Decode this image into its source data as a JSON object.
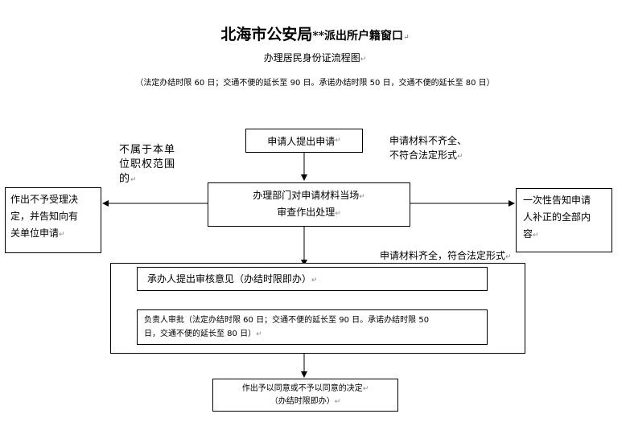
{
  "header": {
    "title_main": "北海市公安局",
    "title_suffix": "**派出所户籍窗口",
    "subtitle": "办理居民身份证流程图",
    "time_note": "（法定办结时限 60 日；交通不便的延长至 90 日。承诺办结时限 50 日，交通不便的延长至 80 日）"
  },
  "paragraph_mark": "↵",
  "nodes": {
    "apply": "申请人提出申请",
    "process_line1": "办理部门对申请材料当场",
    "process_line2": "审查作出处理",
    "reject_line1": "作出不予受理决",
    "reject_line2": "定，并告知向有",
    "reject_line3": "关单位申请",
    "notify_line1": "一次性告知申请",
    "notify_line2": "人补正的全部内",
    "notify_line3": "容",
    "handler_opinion": "承办人提出审核意见（办结时限即办）",
    "approval_line1": "负责人审批（法定办结时限 60 日；交通不便的延长至 90 日。承诺办结时限 50",
    "approval_line2": "日，交通不便的延长至 80 日）",
    "decision_line1": "作出予以同意或不予以同意的决定",
    "decision_line2": "（办结时限即办）"
  },
  "edge_labels": {
    "out_of_scope_line1": "不属于本单",
    "out_of_scope_line2": "位职权范围",
    "out_of_scope_line3": "的",
    "incomplete_line1": "申请材料不齐全、",
    "incomplete_line2": "不符合法定形式",
    "complete": "申请材料齐全，符合法定形式"
  }
}
